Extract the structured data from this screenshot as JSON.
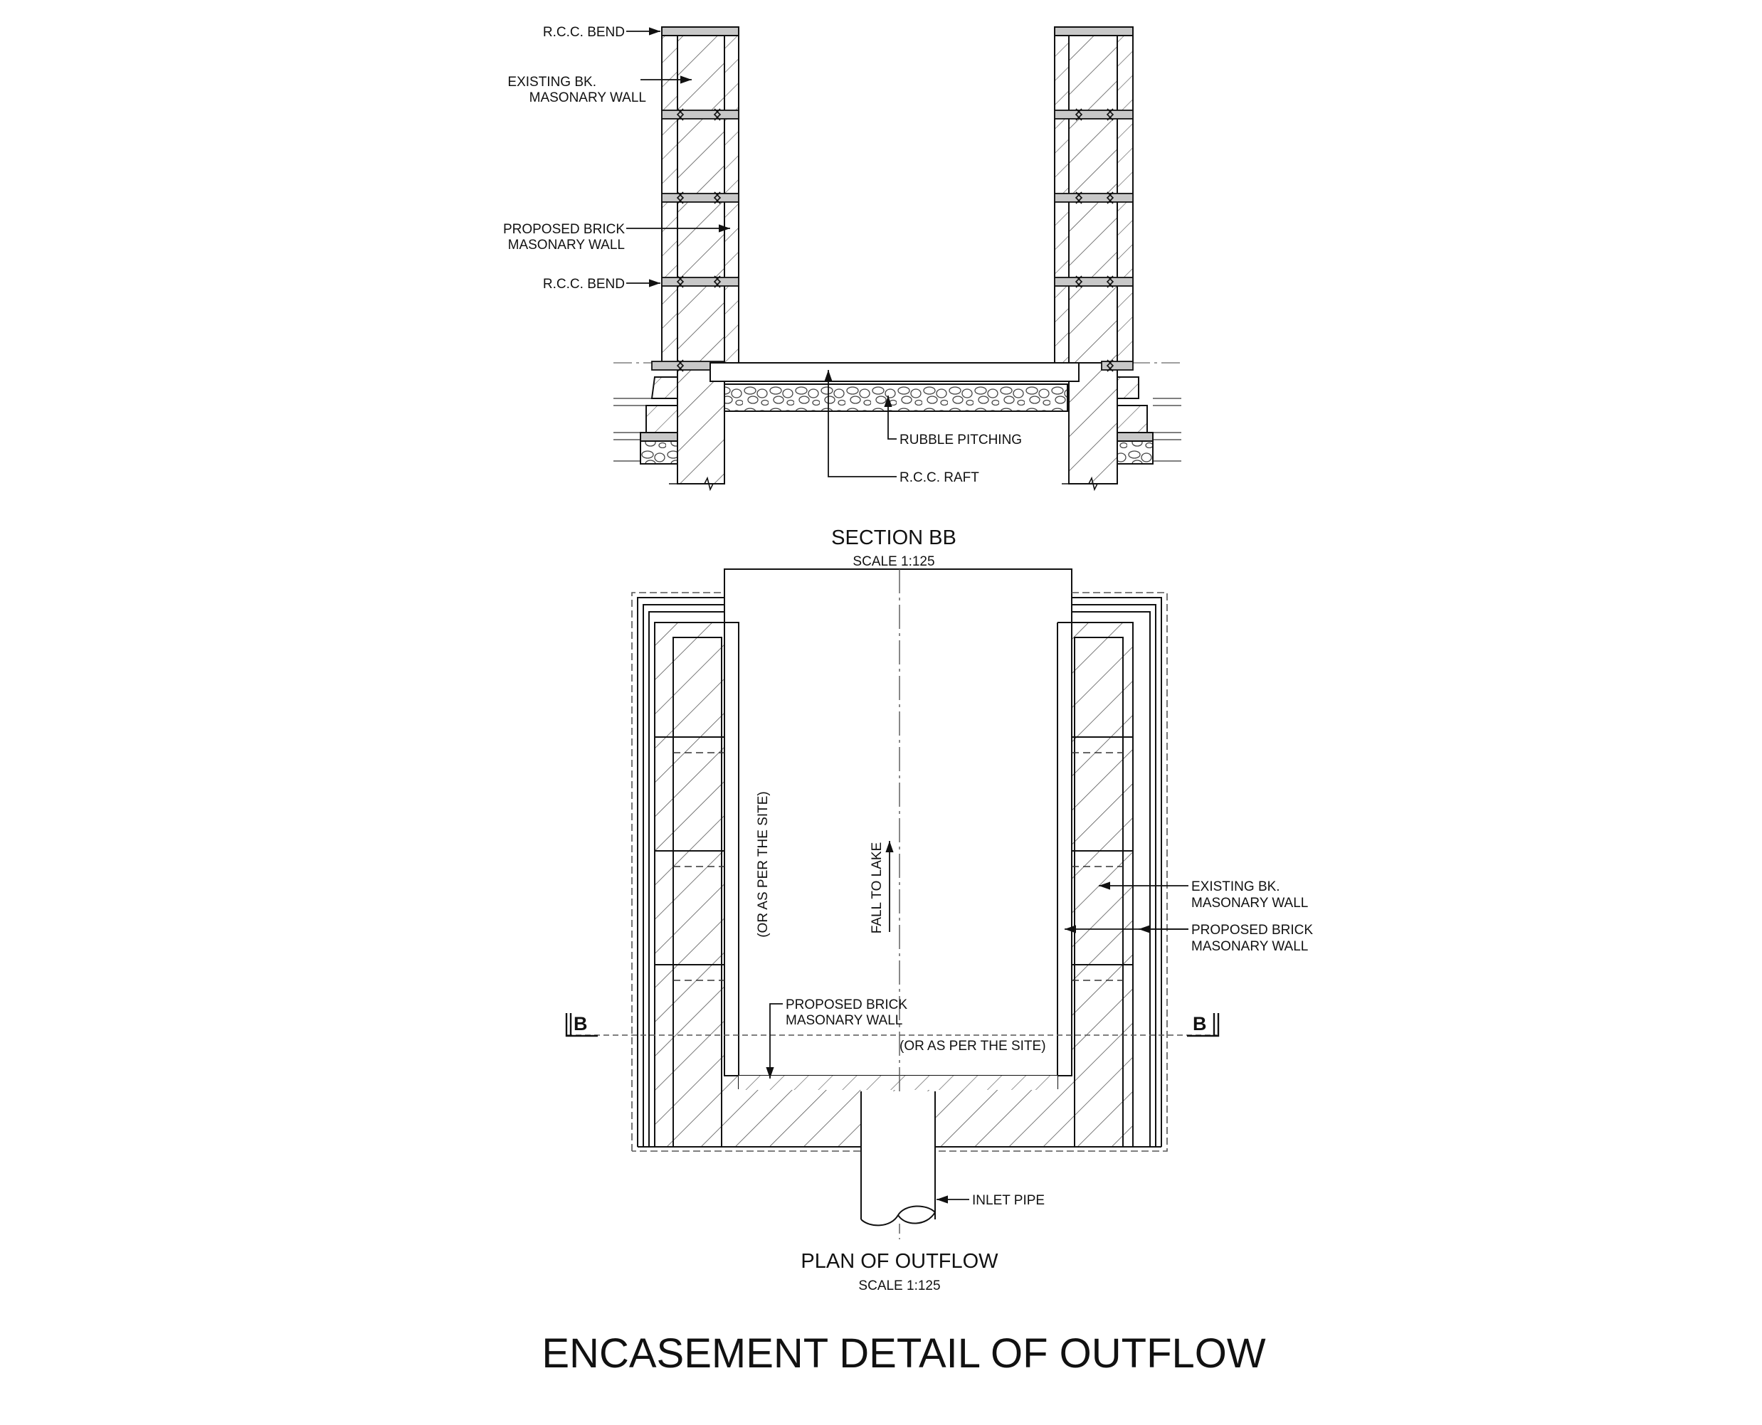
{
  "section": {
    "labels": {
      "rcc_bend_top": "R.C.C. BEND",
      "existing_wall_line1": "EXISTING BK.",
      "existing_wall_line2": "MASONARY WALL",
      "proposed_wall_line1": "PROPOSED BRICK",
      "proposed_wall_line2": "MASONARY WALL",
      "rcc_bend_lower": "R.C.C. BEND",
      "rubble_pitching": "RUBBLE PITCHING",
      "rcc_raft": "R.C.C. RAFT"
    },
    "title": "SECTION BB",
    "scale": "SCALE 1:125"
  },
  "plan": {
    "labels": {
      "as_per_site_vertical": "(OR AS PER THE SITE)",
      "fall_to_lake": "FALL TO LAKE",
      "existing_wall_line1": "EXISTING BK.",
      "existing_wall_line2": "MASONARY WALL",
      "proposed_wall_right_line1": "PROPOSED BRICK",
      "proposed_wall_right_line2": "MASONARY WALL",
      "proposed_wall_inner_line1": "PROPOSED BRICK",
      "proposed_wall_inner_line2": "MASONARY WALL",
      "as_per_site_horizontal": "(OR AS PER THE SITE)",
      "inlet_pipe": "INLET PIPE",
      "section_mark_left": "B",
      "section_mark_right": "B"
    },
    "title": "PLAN OF OUTFLOW",
    "scale": "SCALE 1:125"
  },
  "drawing_title": "ENCASEMENT DETAIL OF OUTFLOW",
  "colors": {
    "ink": "#111111",
    "band_fill": "#c8c8c8",
    "paper": "#ffffff"
  }
}
